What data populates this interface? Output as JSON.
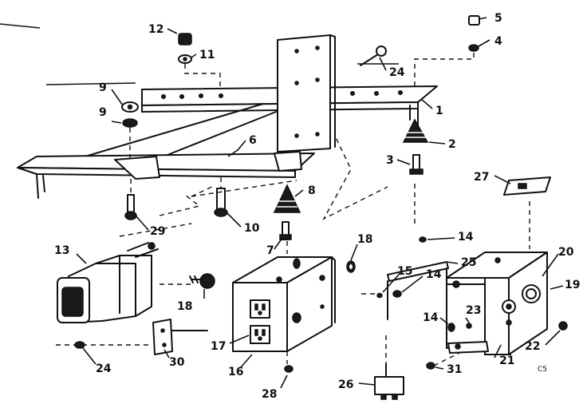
{
  "callouts": {
    "c1": "1",
    "c2": "2",
    "c3": "3",
    "c4": "4",
    "c5": "5",
    "c6": "6",
    "c7": "7",
    "c8": "8",
    "c9a": "9",
    "c9b": "9",
    "c10": "10",
    "c11": "11",
    "c12": "12",
    "c13": "13",
    "c14a": "14",
    "c14b": "14",
    "c14c": "14",
    "c15": "15",
    "c16": "16",
    "c17": "17",
    "c18a": "18",
    "c18b": "18",
    "c19": "19",
    "c20": "20",
    "c21": "21",
    "c22": "22",
    "c23": "23",
    "c24a": "24",
    "c24b": "24",
    "c25": "25",
    "c26": "26",
    "c27": "27",
    "c28": "28",
    "c29": "29",
    "c30": "30",
    "c31": "31"
  },
  "corner_mark": "C5"
}
